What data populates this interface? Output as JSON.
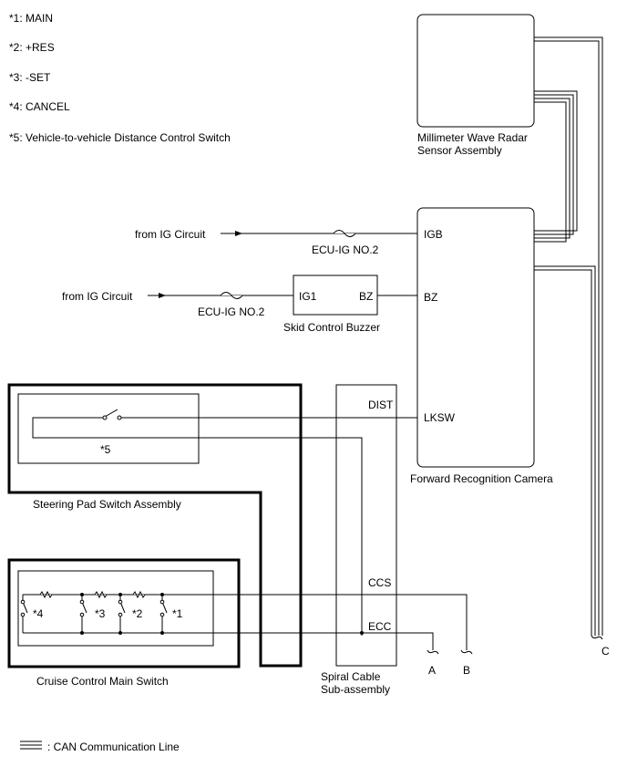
{
  "legend": {
    "n1": "*1: MAIN",
    "n2": "*2: +RES",
    "n3": "*3: -SET",
    "n4": "*4: CANCEL",
    "n5": "*5: Vehicle-to-vehicle Distance Control Switch"
  },
  "components": {
    "radar_line1": "Millimeter Wave Radar",
    "radar_line2": "Sensor Assembly",
    "camera": "Forward Recognition Camera",
    "buzzer": "Skid Control Buzzer",
    "steering_pad": "Steering Pad Switch Assembly",
    "cruise_main": "Cruise Control Main Switch",
    "spiral_line1": "Spiral Cable",
    "spiral_line2": "Sub-assembly"
  },
  "terminals": {
    "igb": "IGB",
    "bz_cam": "BZ",
    "lksw": "LKSW",
    "ig1": "IG1",
    "bz_buzzer": "BZ",
    "dist": "DIST",
    "ccs": "CCS",
    "ecc": "ECC"
  },
  "signals": {
    "from_ig_1": "from IG Circuit",
    "from_ig_2": "from IG Circuit",
    "fuse1": "ECU-IG NO.2",
    "fuse2": "ECU-IG NO.2"
  },
  "switch_marks": {
    "s5": "*5",
    "s4": "*4",
    "s3": "*3",
    "s2": "*2",
    "s1": "*1"
  },
  "connectors": {
    "a": "A",
    "b": "B",
    "c": "C"
  },
  "footer": {
    "can_legend": ": CAN Communication Line"
  }
}
